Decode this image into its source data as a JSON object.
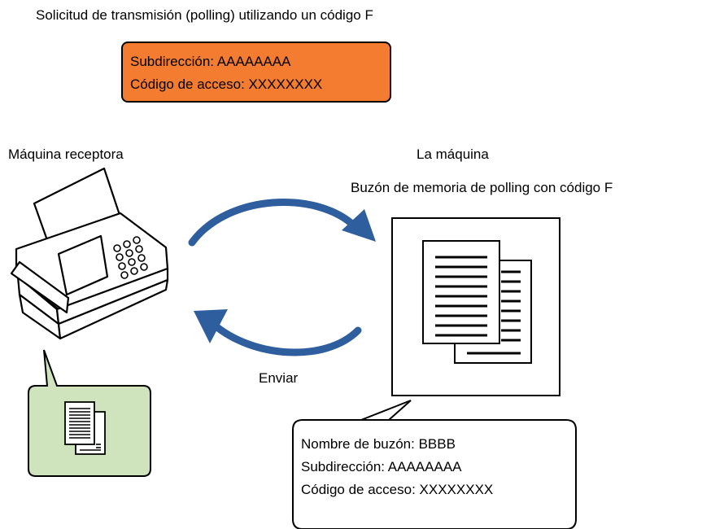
{
  "title": "Solicitud de transmisión (polling) utilizando un código F",
  "request_box": {
    "line1": "Subdirección: AAAAAAAA",
    "line2": "Código de acceso: XXXXXXXX",
    "fill_color": "#f47c30"
  },
  "receiver_label": "Máquina receptora",
  "machine_label": "La máquina",
  "mailbox_label": "Buzón de memoria de polling con código F",
  "send_label": "Enviar",
  "mailbox_info": {
    "line1": "Nombre de buzón: BBBB",
    "line2": "Subdirección: AAAAAAAA",
    "line3": "Código de acceso: XXXXXXXX"
  },
  "colors": {
    "arrow": "#2f5e9e",
    "received_bubble": "#cfe4bd"
  },
  "icons": [
    "fax-machine-icon",
    "documents-icon",
    "arrow-icon"
  ]
}
